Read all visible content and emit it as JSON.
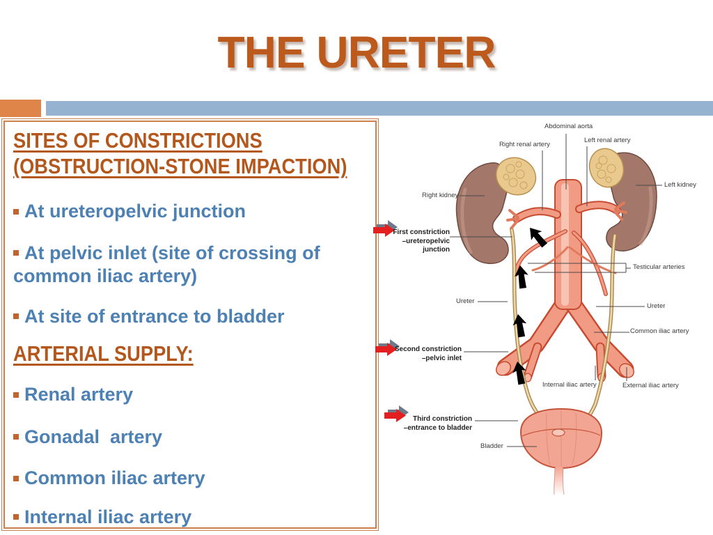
{
  "slide": {
    "title": "THE URETER"
  },
  "colors": {
    "title_orange": "#bc5a1e",
    "heading_orange": "#b4571c",
    "bullet_text_blue": "#4d80b3",
    "bullet_marker_orange": "#c2642d",
    "bar_blue": "#95b2d1",
    "square_orange": "#e0854a",
    "panel_border_orange": "#cd7f4b",
    "red_arrow": "#e31f1f",
    "label_gray": "#3a3a3a"
  },
  "panel": {
    "heading_constrictions": {
      "line1": "SITES OF CONSTRICTIONS",
      "line2": "(OBSTRUCTION-STONE IMPACTION)"
    },
    "constriction_bullets": [
      "At ureteropelvic junction",
      "At pelvic inlet (site of crossing of common iliac artery)",
      "At site of entrance to bladder"
    ],
    "heading_arterial": "ARTERIAL SUPPLY:",
    "artery_bullets": [
      "Renal artery",
      "Gonadal  artery",
      "Common iliac artery",
      "Internal iliac artery"
    ]
  },
  "diagram": {
    "labels": {
      "abdominal_aorta": "Abdominal aorta",
      "right_renal_artery": "Right renal artery",
      "left_renal_artery": "Left renal artery",
      "right_kidney": "Right kidney",
      "left_kidney": "Left kidney",
      "first_constriction_line1": "First constriction",
      "first_constriction_line2": "–ureteropelvic junction",
      "testicular_arteries": "Testicular arteries",
      "ureter_left": "Ureter",
      "ureter_right": "Ureter",
      "common_iliac_artery": "Common iliac artery",
      "second_constriction_line1": "Second constriction",
      "second_constriction_line2": "–pelvic inlet",
      "internal_iliac_artery": "Internal iliac artery",
      "external_iliac_artery": "External iliac artery",
      "third_constriction_line1": "Third constriction",
      "third_constriction_line2": "–entrance to bladder",
      "bladder": "Bladder"
    }
  }
}
